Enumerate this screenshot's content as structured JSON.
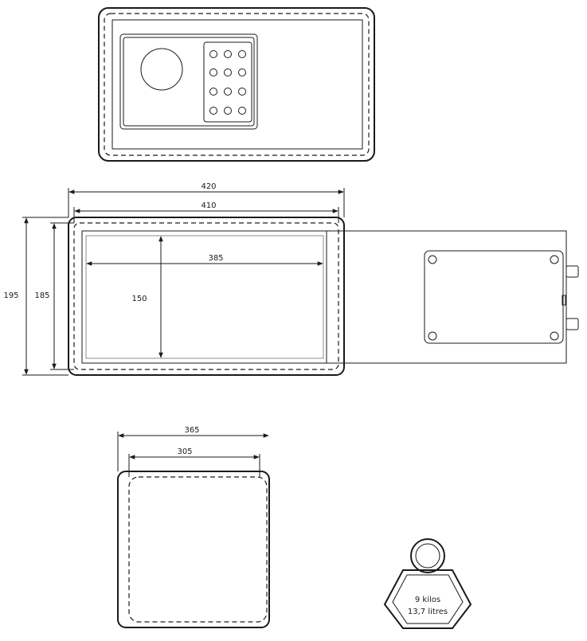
{
  "dimensions": {
    "outer_width": "420",
    "inner_width": "410",
    "interior_width": "385",
    "interior_height": "150",
    "outer_height": "195",
    "inner_height": "185",
    "outer_depth": "365",
    "inner_depth": "305"
  },
  "weight_badge": {
    "weight": "9 kilos",
    "volume": "13,7 litres"
  }
}
